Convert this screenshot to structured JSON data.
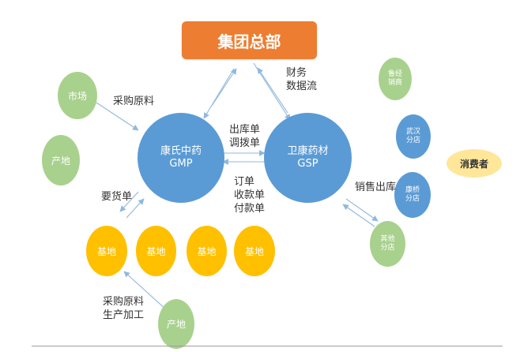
{
  "hq": {
    "label": "集团总部"
  },
  "factories": {
    "gmp": {
      "name": "康氏中药",
      "std": "GMP"
    },
    "gsp": {
      "name": "卫康药材",
      "std": "GSP"
    }
  },
  "origin_nodes": {
    "market": "市场",
    "origin_left": "产地",
    "origin_bottom": "产地"
  },
  "bases": [
    "基地",
    "基地",
    "基地",
    "基地"
  ],
  "outlets": {
    "distribution": {
      "line1": "鲁经",
      "line2": "销商"
    },
    "wuhan": {
      "line1": "武汉",
      "line2": "分店"
    },
    "kangqiao": {
      "line1": "康桥",
      "line2": "分店"
    },
    "other": {
      "line1": "其他",
      "line2": "分店"
    }
  },
  "consumer": {
    "label": "消费者"
  },
  "flows": {
    "finance": {
      "line1": "财务",
      "line2": "数据流"
    },
    "purchase_raw": "采购原料",
    "outbound": {
      "line1": "出库单",
      "line2": "调拨单"
    },
    "orders": {
      "line1": "订单",
      "line2": "收款单",
      "line3": "付款单"
    },
    "requisition": "要货单",
    "sales_out": "销售出库",
    "raw_processing": {
      "line1": "采购原料",
      "line2": "生产加工"
    }
  },
  "colors": {
    "origin_green": "#a9d18e",
    "factory_blue": "#5b9bd5",
    "base_gold": "#ffc000",
    "hq_orange": "#ed7d31",
    "consumer_cream": "#ffe699",
    "arrow": "#8fb8de"
  }
}
